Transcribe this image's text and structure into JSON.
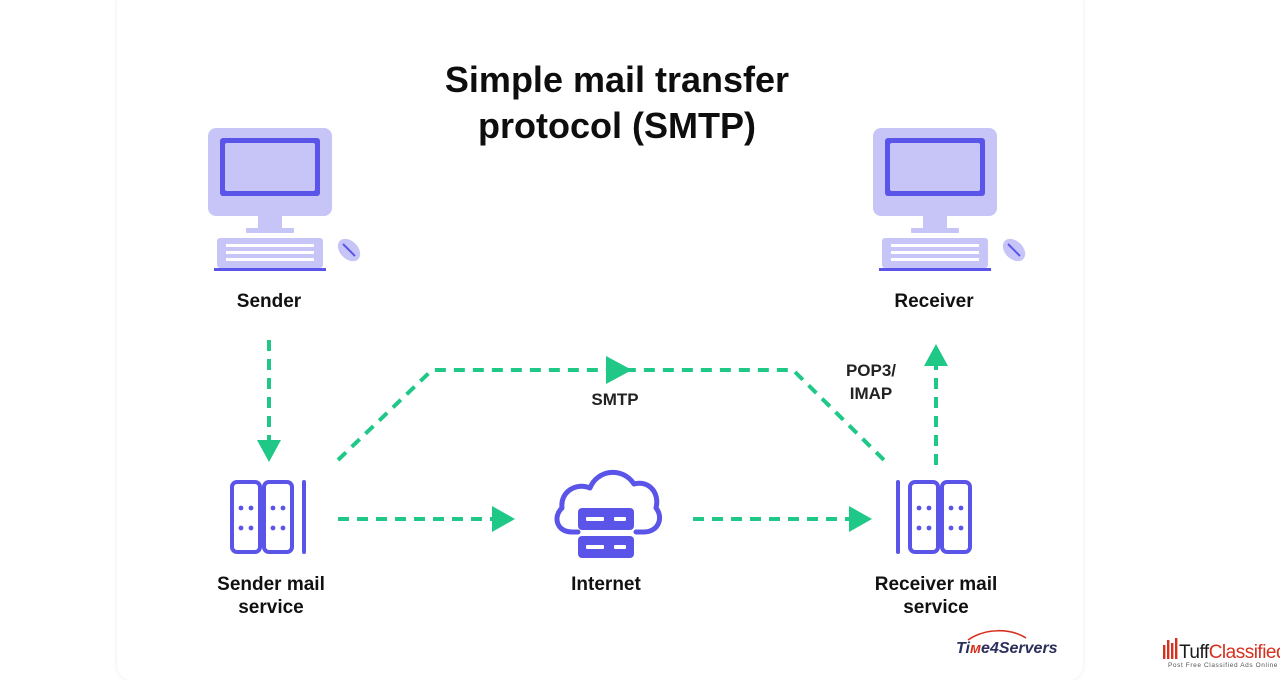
{
  "title": {
    "line1": "Simple mail transfer",
    "line2": "protocol (SMTP)"
  },
  "nodes": {
    "sender": {
      "label": "Sender"
    },
    "receiver": {
      "label": "Receiver"
    },
    "sender_mail": {
      "line1": "Sender mail",
      "line2": "service"
    },
    "internet": {
      "label": "Internet"
    },
    "receiver_mail": {
      "line1": "Receiver mail",
      "line2": "service"
    }
  },
  "edges": {
    "smtp": {
      "label": "SMTP"
    },
    "pop3": {
      "line1": "POP3/",
      "line2": "IMAP"
    }
  },
  "colors": {
    "accent_green": "#1fc886",
    "icon_purple": "#5a55e8",
    "icon_light": "#c7c5f7",
    "icon_mid": "#a8a5f2"
  },
  "watermarks": {
    "time4servers": {
      "part1": "Ti",
      "part2": "e4Servers"
    },
    "tuff": {
      "part1": "Tuff",
      "part2": "Classified",
      "tagline": "Post Free Classified Ads Online"
    }
  }
}
